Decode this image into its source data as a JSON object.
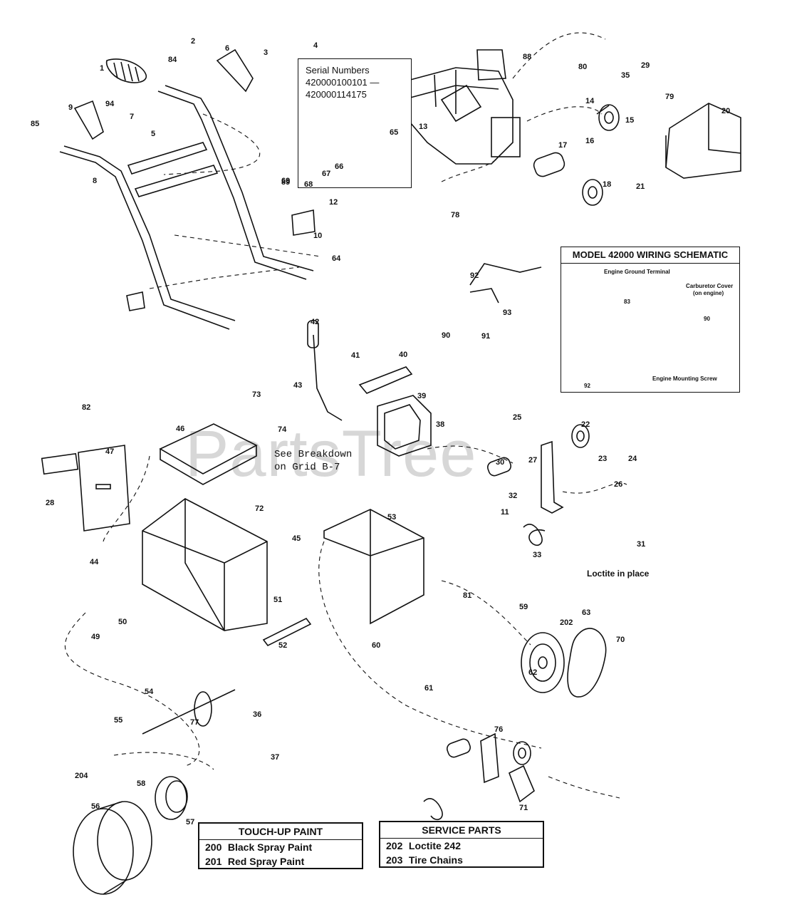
{
  "serial_box": {
    "heading": "Serial Numbers",
    "line1": "420000100101 —",
    "line2": "420000114175"
  },
  "schematic": {
    "title": "MODEL 42000 WIRING SCHEMATIC",
    "engine_ground": "Engine Ground Terminal",
    "carb_cover_1": "Carburetor Cover",
    "carb_cover_2": "(on engine)",
    "mounting_screw": "Engine Mounting Screw",
    "callout_83": "83",
    "callout_90": "90",
    "callout_92": "92"
  },
  "notes": {
    "breakdown_1": "See Breakdown",
    "breakdown_2": "on Grid B-7",
    "loctite": "Loctite in place",
    "watermark": "PartsTree"
  },
  "touchup": {
    "title": "TOUCH-UP PAINT",
    "rows": [
      {
        "num": "200",
        "text": "Black Spray Paint"
      },
      {
        "num": "201",
        "text": "Red Spray Paint"
      }
    ]
  },
  "service": {
    "title": "SERVICE PARTS",
    "rows": [
      {
        "num": "202",
        "text": "Loctite 242"
      },
      {
        "num": "203",
        "text": "Tire Chains"
      }
    ]
  },
  "callouts": [
    "1",
    "2",
    "3",
    "4",
    "5",
    "6",
    "7",
    "8",
    "9",
    "10",
    "11",
    "12",
    "13",
    "14",
    "15",
    "16",
    "17",
    "18",
    "20",
    "21",
    "22",
    "23",
    "24",
    "25",
    "26",
    "27",
    "28",
    "29",
    "30",
    "31",
    "32",
    "33",
    "35",
    "36",
    "37",
    "38",
    "39",
    "40",
    "41",
    "42",
    "43",
    "44",
    "45",
    "46",
    "47",
    "49",
    "50",
    "51",
    "52",
    "53",
    "54",
    "55",
    "56",
    "57",
    "58",
    "59",
    "60",
    "61",
    "62",
    "63",
    "64",
    "65",
    "66",
    "67",
    "68",
    "69",
    "70",
    "71",
    "72",
    "73",
    "74",
    "76",
    "77",
    "78",
    "79",
    "80",
    "81",
    "82",
    "84",
    "85",
    "88",
    "89",
    "90",
    "91",
    "92",
    "93",
    "94",
    "202",
    "204"
  ]
}
